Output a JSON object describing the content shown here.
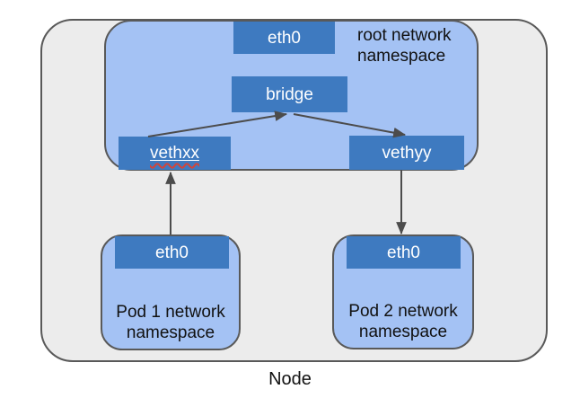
{
  "node": {
    "label": "Node"
  },
  "root_namespace": {
    "label": "root network namespace",
    "boxes": {
      "eth0": "eth0",
      "bridge": "bridge",
      "vethxx": "vethxx",
      "vethyy": "vethyy"
    }
  },
  "pods": [
    {
      "eth0": "eth0",
      "label": "Pod 1 network namespace"
    },
    {
      "eth0": "eth0",
      "label": "Pod 2 network namespace"
    }
  ],
  "colors": {
    "canvas_bg": "#ffffff",
    "node_fill": "#ececec",
    "node_border": "#595959",
    "ns_fill": "#a4c2f4",
    "ns_border": "#595959",
    "box_fill": "#3e7ac0",
    "box_text": "#ffffff",
    "text_color": "#111111",
    "arrow": "#4c4c4c",
    "squiggle": "#d0453c"
  }
}
